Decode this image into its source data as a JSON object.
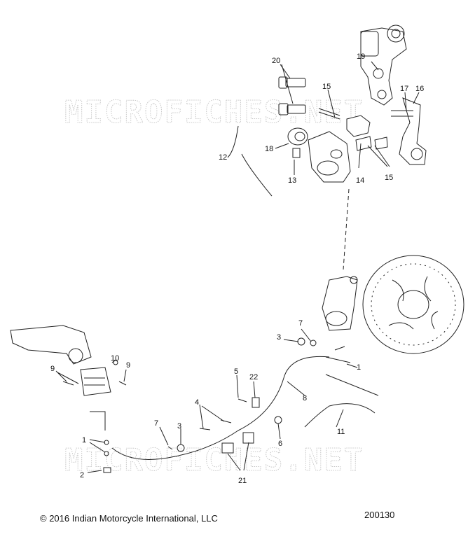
{
  "watermark": "MICROFICHES.NET",
  "footer": {
    "copyright": "© 2016 Indian Motorcycle International, LLC",
    "diagram_number": "200130"
  },
  "callouts": {
    "c1a": "1",
    "c1b": "1",
    "c2": "2",
    "c3a": "3",
    "c3b": "3",
    "c4": "4",
    "c5": "5",
    "c6": "6",
    "c7a": "7",
    "c7b": "7",
    "c8": "8",
    "c9a": "9",
    "c9b": "9",
    "c10": "10",
    "c11": "11",
    "c12": "12",
    "c13": "13",
    "c14": "14",
    "c15a": "15",
    "c15b": "15",
    "c16": "16",
    "c17": "17",
    "c18": "18",
    "c19": "19",
    "c20": "20",
    "c21": "21",
    "c22": "22"
  }
}
